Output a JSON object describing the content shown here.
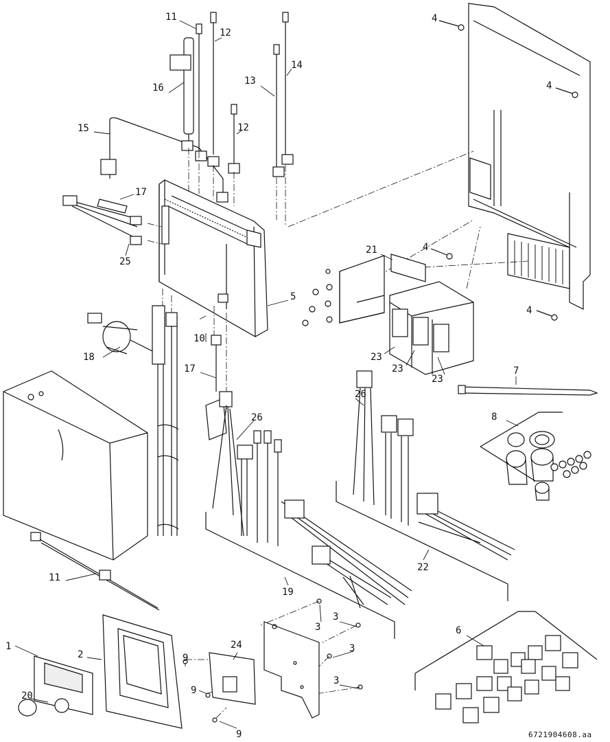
{
  "diagram": {
    "document_code": "6721904608.aa",
    "part_labels": [
      "11",
      "12",
      "16",
      "13",
      "14",
      "12",
      "15",
      "17",
      "25",
      "5",
      "10",
      "18",
      "17",
      "26",
      "21",
      "4",
      "4",
      "4",
      "4",
      "23",
      "23",
      "23",
      "7",
      "26",
      "8",
      "22",
      "19",
      "11",
      "1",
      "2",
      "24",
      "9",
      "9",
      "9",
      "20",
      "3",
      "3",
      "3",
      "3",
      "6"
    ]
  },
  "colors": {
    "line": "#111111",
    "fill": "#ffffff",
    "shade": "#dddddd"
  }
}
